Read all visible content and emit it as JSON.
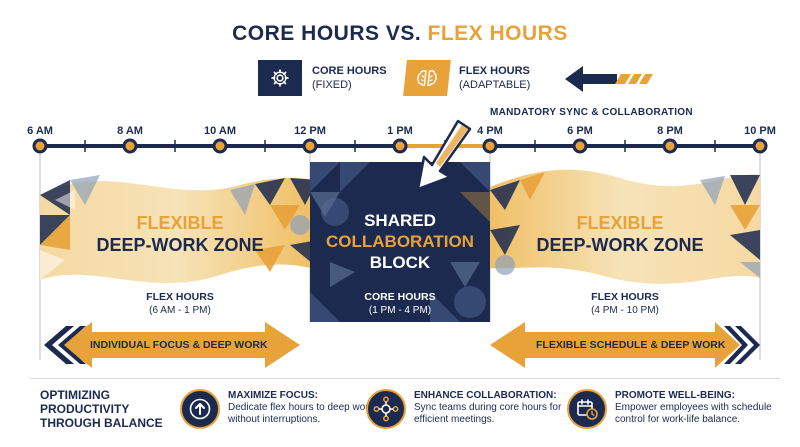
{
  "header": {
    "title_part1": "CORE HOURS VS.",
    "title_part2": "FLEX HOURS"
  },
  "legend": {
    "core_title": "CORE HOURS",
    "core_sub": "(FIXED)",
    "flex_title": "FLEX HOURS",
    "flex_sub": "(ADAPTABLE)",
    "core_icon": "gear-icon",
    "flex_icon": "brain-icon"
  },
  "timeline": {
    "sync_label": "MANDATORY SYNC & COLLABORATION",
    "ticks": [
      "6 AM",
      "8 AM",
      "10 AM",
      "12 PM",
      "1 PM",
      "4 PM",
      "6 PM",
      "8 PM",
      "10 PM"
    ]
  },
  "zones": {
    "left": {
      "line1": "FLEXIBLE",
      "line2": "DEEP-WORK ZONE",
      "sub_title": "FLEX HOURS",
      "sub_range": "(6 AM - 1 PM)",
      "arrow_label": "INDIVIDUAL FOCUS & DEEP WORK"
    },
    "middle": {
      "line1": "SHARED",
      "line2": "COLLABORATION",
      "line3": "BLOCK",
      "sub_title": "CORE HOURS",
      "sub_range": "(1 PM - 4 PM)"
    },
    "right": {
      "line1": "FLEXIBLE",
      "line2": "DEEP-WORK ZONE",
      "sub_title": "FLEX HOURS",
      "sub_range": "(4 PM - 10 PM)",
      "arrow_label": "FLEXIBLE SCHEDULE & DEEP WORK"
    }
  },
  "footer": {
    "heading_l1": "OPTIMIZING",
    "heading_l2": "PRODUCTIVITY",
    "heading_l3": "THROUGH BALANCE",
    "items": [
      {
        "title": "MAXIMIZE FOCUS:",
        "text": "Dedicate flex hours to deep work without interruptions.",
        "icon": "arrow-up-icon"
      },
      {
        "title": "ENHANCE COLLABORATION:",
        "text": "Sync teams during core hours for efficient meetings.",
        "icon": "network-icon"
      },
      {
        "title": "PROMOTE WELL-BEING:",
        "text": "Empower employees with schedule control for work-life balance.",
        "icon": "calendar-clock-icon"
      }
    ]
  },
  "colors": {
    "navy": "#1b2a4e",
    "gold": "#e8a23a",
    "light_gold": "#f3cf8a"
  }
}
